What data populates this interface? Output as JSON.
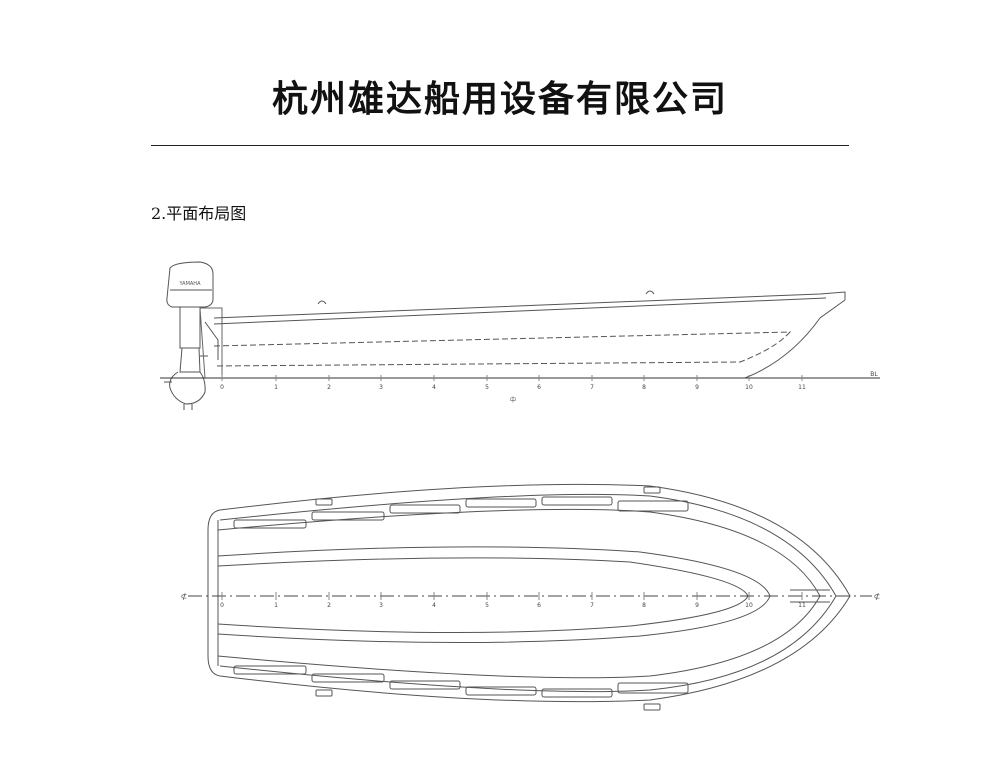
{
  "header": {
    "company_name": "杭州雄达船用设备有限公司"
  },
  "section": {
    "heading": "2.平面布局图"
  },
  "side_view": {
    "station_labels": [
      "0",
      "1",
      "2",
      "3",
      "4",
      "5",
      "6",
      "7",
      "8",
      "9",
      "10",
      "11"
    ],
    "engine_brand": "YAMAHA",
    "baseline_label": "BL",
    "center_mark": "中"
  },
  "plan_view": {
    "station_labels": [
      "0",
      "1",
      "2",
      "3",
      "4",
      "5",
      "6",
      "7",
      "8",
      "9",
      "10",
      "11"
    ],
    "centerline_label": "⊄"
  }
}
